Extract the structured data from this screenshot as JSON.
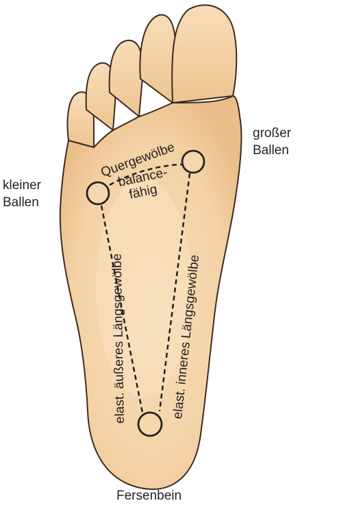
{
  "labels": {
    "big_ball_line1": "großer",
    "big_ball_line2": "Ballen",
    "small_ball_line1": "kleiner",
    "small_ball_line2": "Ballen",
    "heel": "Fersenbein",
    "transverse_arch": "Quergewölbe",
    "balance_line1": "balance-",
    "balance_line2": "fähig",
    "outer_arch": "elast. äußeres Längsgewölbe",
    "inner_arch": "elast. inneres Längsgewölbe"
  },
  "colors": {
    "skin": "#f6d6ad",
    "skin_shadow": "#ecc089",
    "outline": "#3a2a20",
    "text": "#231f20"
  }
}
